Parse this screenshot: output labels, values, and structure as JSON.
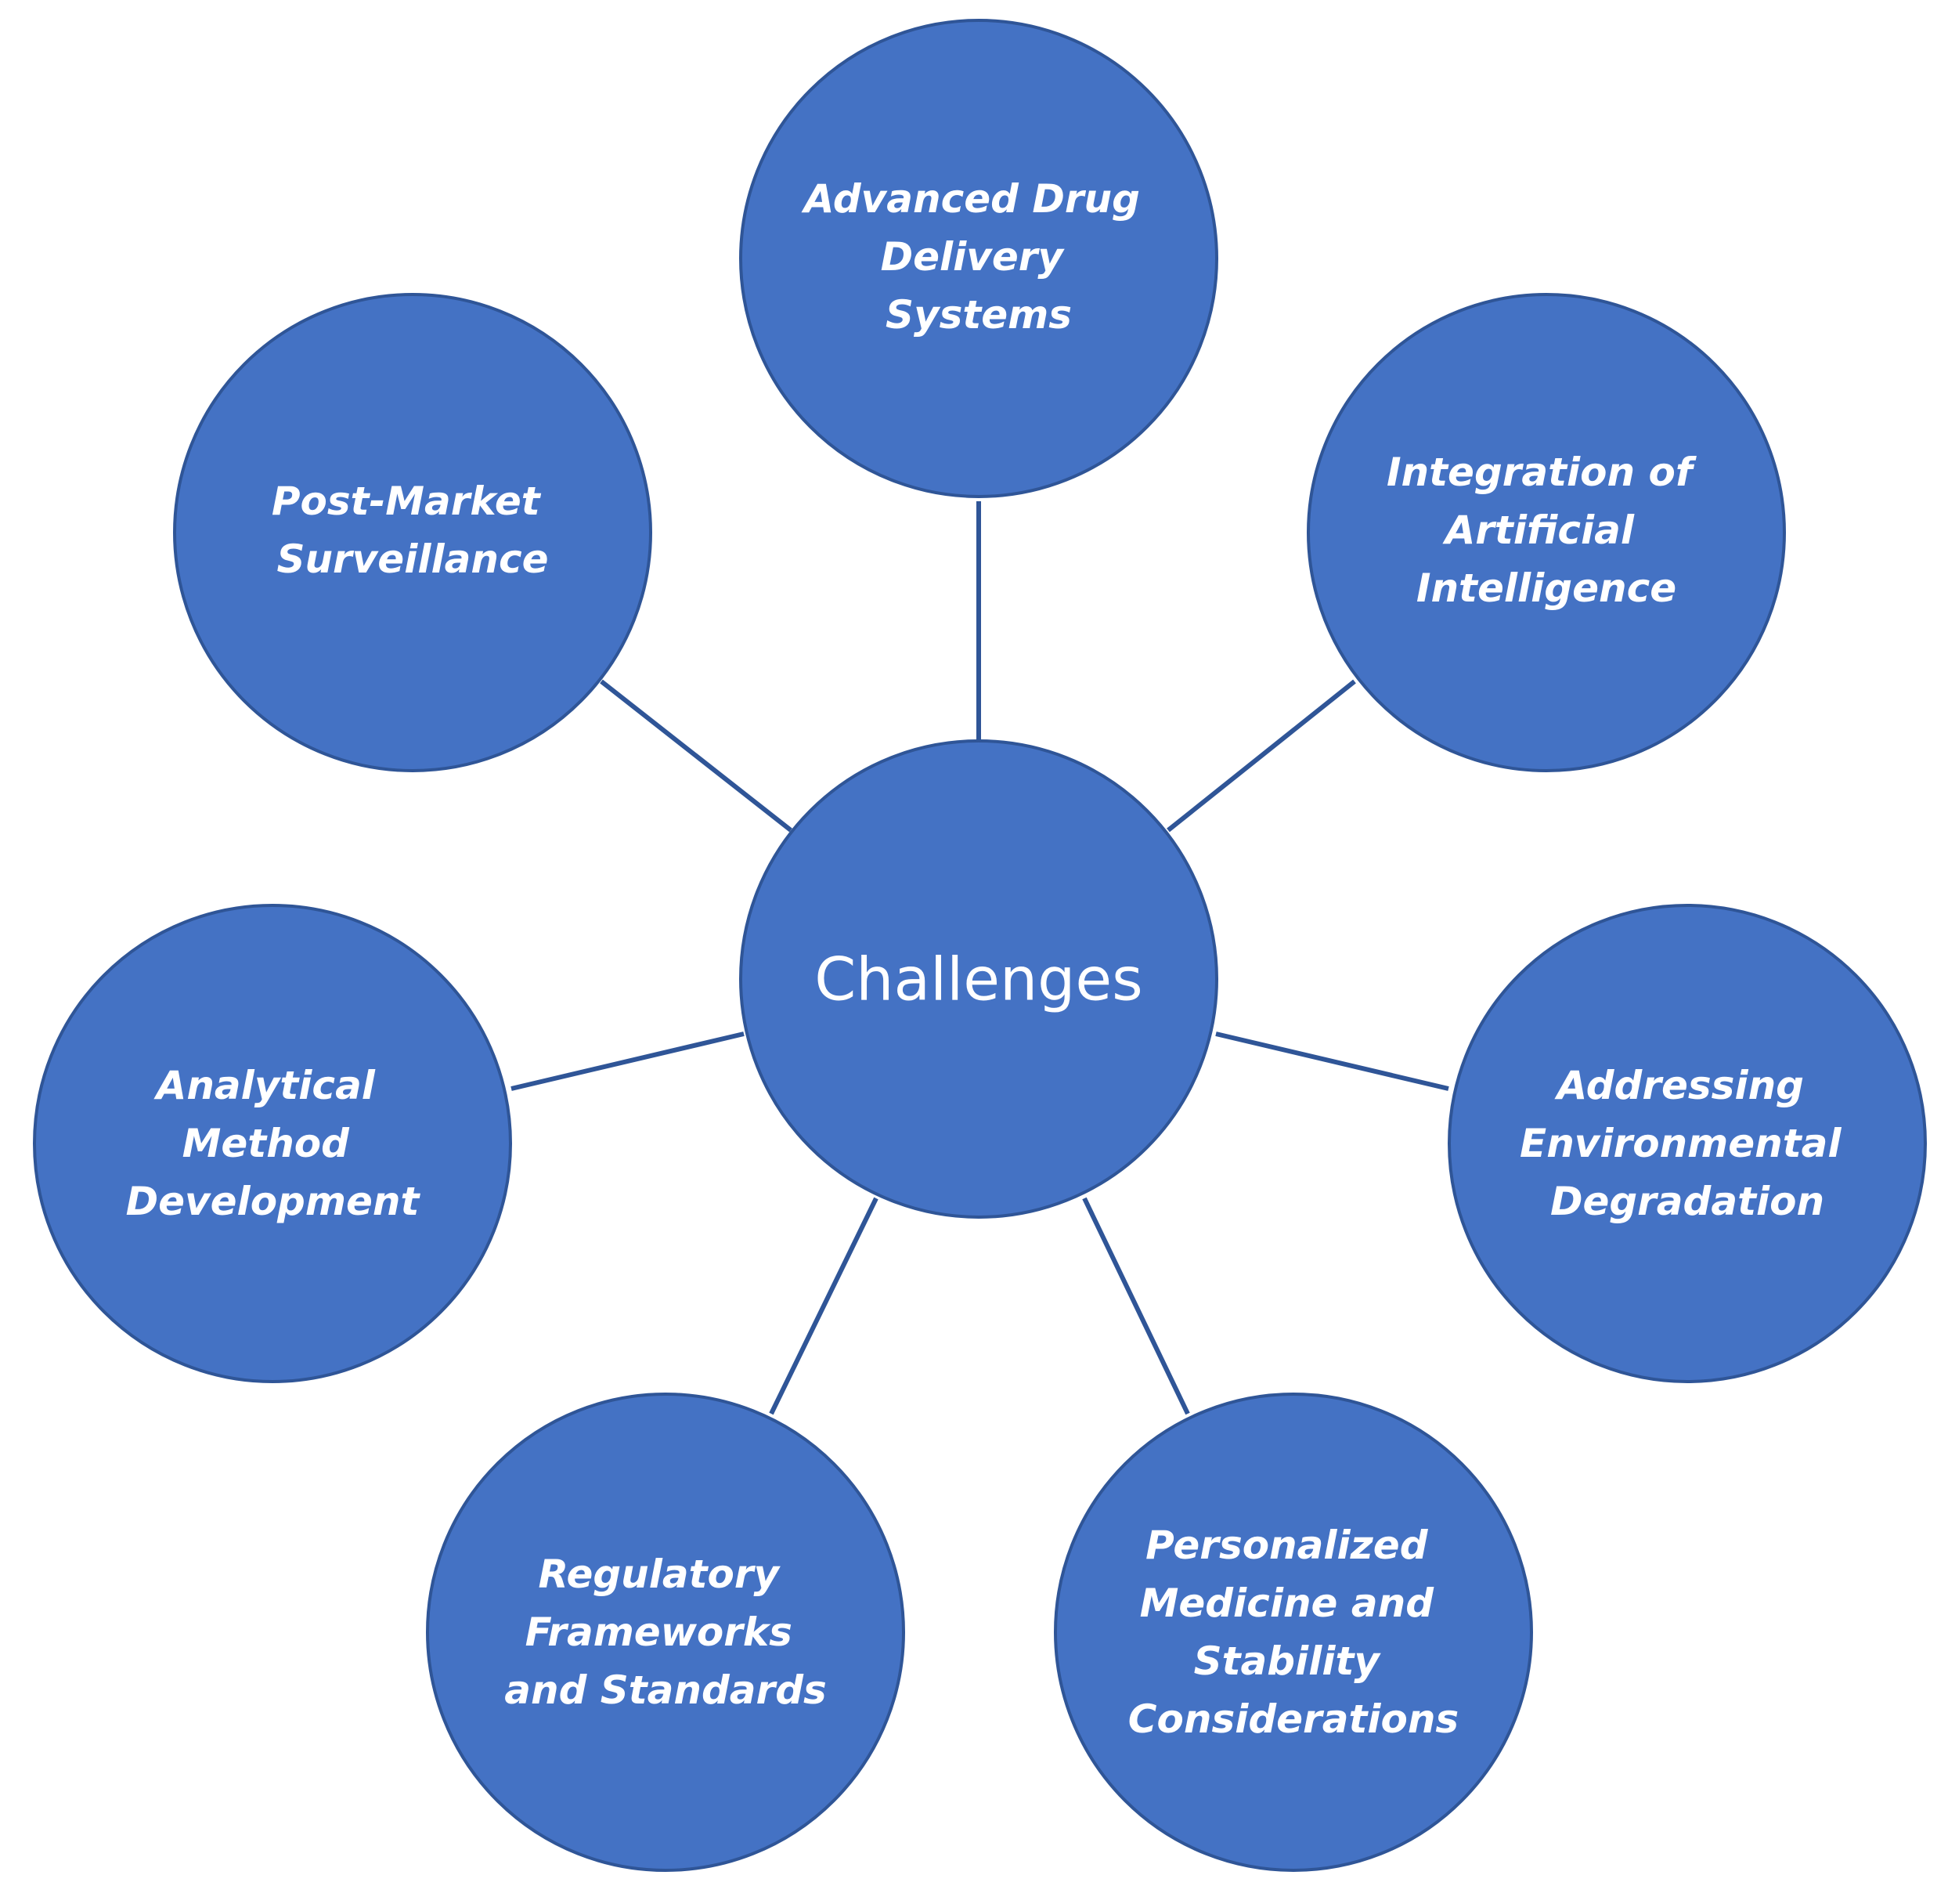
{
  "center": {
    "label": "Challenges"
  },
  "nodes": [
    {
      "id": "advanced-drug-delivery",
      "lines": [
        "Advanced Drug",
        "Delivery",
        "Systems"
      ]
    },
    {
      "id": "artificial-intelligence",
      "lines": [
        "Integration of",
        "Artificial",
        "Intelligence"
      ]
    },
    {
      "id": "environmental-degradation",
      "lines": [
        "Addressing",
        "Environmental",
        "Degradation"
      ]
    },
    {
      "id": "personalized-medicine",
      "lines": [
        "Personalized",
        "Medicine and",
        "Stability",
        "Considerations"
      ]
    },
    {
      "id": "regulatory-frameworks",
      "lines": [
        "Regulatory",
        "Frameworks",
        "and Standards"
      ]
    },
    {
      "id": "analytical-method",
      "lines": [
        "Analytical",
        "Method",
        "Development"
      ]
    },
    {
      "id": "post-market-surveillance",
      "lines": [
        "Post-Market",
        "Surveillance"
      ]
    }
  ],
  "colors": {
    "node_fill": "#4472C4",
    "node_stroke": "#2F5597",
    "connector": "#2F5597",
    "text": "#ffffff"
  }
}
